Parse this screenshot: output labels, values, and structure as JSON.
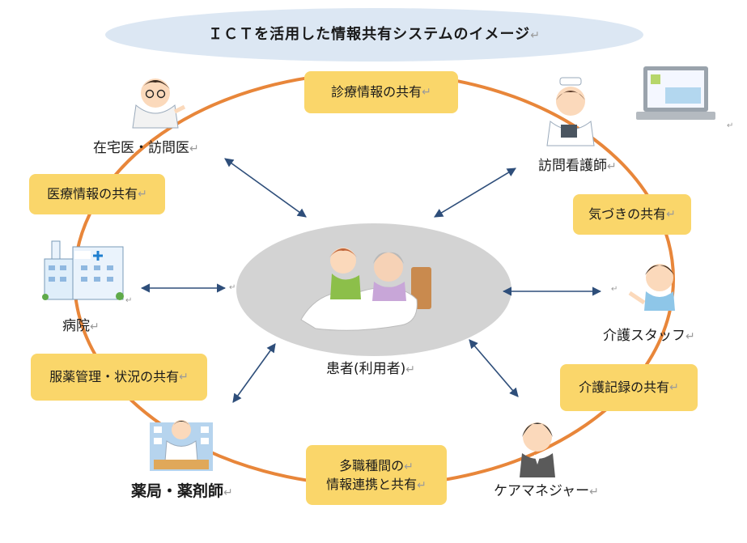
{
  "title": "ＩＣＴを活用した情報共有システムのイメージ",
  "paragraph_mark": "↵",
  "center": {
    "label": "患者(利用者)"
  },
  "roles": {
    "doctor": "在宅医・訪問医",
    "nurse": "訪問看護師",
    "hospital": "病院",
    "care_staff": "介護スタッフ",
    "pharmacy": "薬局・薬剤師",
    "care_manager": "ケアマネジャー"
  },
  "sharing": {
    "diagnosis": "診療情報の共有",
    "medical": "医療情報の共有",
    "awareness": "気づきの共有",
    "medication": "服薬管理・状況の共有",
    "care_records": "介護記録の共有",
    "multi_line1": "多職種間の",
    "multi_line2": "情報連携と共有"
  },
  "colors": {
    "ring": "#e8863a",
    "arrow": "#2e4e7a",
    "box": "#fad66a",
    "title_ellipse": "#dce7f3",
    "center_ellipse": "#d3d3d3"
  }
}
